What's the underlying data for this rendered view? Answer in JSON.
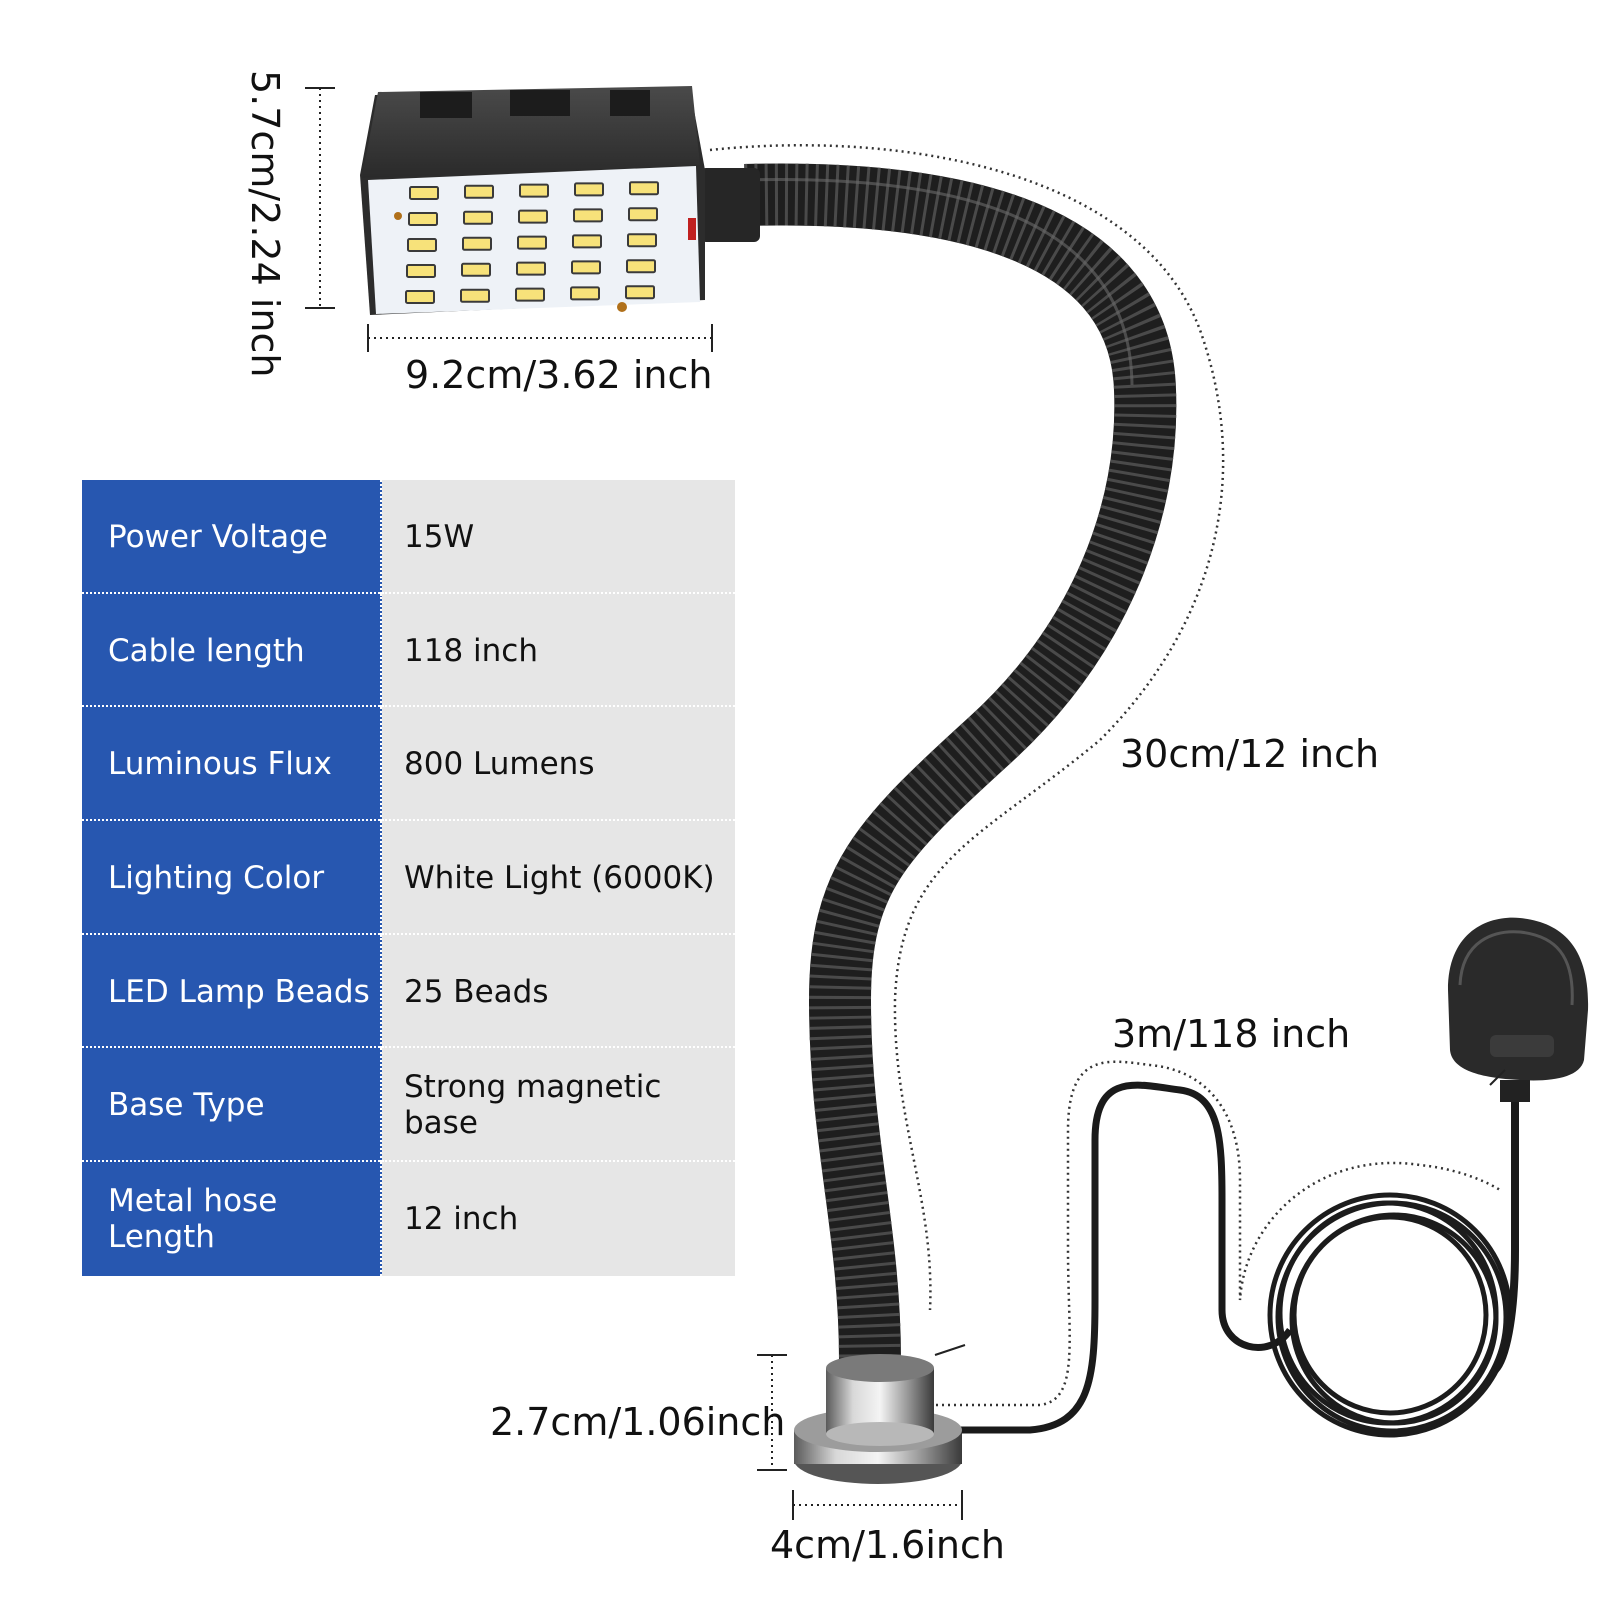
{
  "dimensions": {
    "head_height": "5.7cm/2.24 inch",
    "head_width": "9.2cm/3.62 inch",
    "hose_length": "30cm/12 inch",
    "cable_length": "3m/118 inch",
    "base_height": "2.7cm/1.06inch",
    "base_width": "4cm/1.6inch"
  },
  "specs": [
    {
      "label": "Power Voltage",
      "value": "15W"
    },
    {
      "label": "Cable length",
      "value": "118 inch"
    },
    {
      "label": "Luminous Flux",
      "value": "800 Lumens"
    },
    {
      "label": "Lighting Color",
      "value": "White Light (6000K)"
    },
    {
      "label": "LED Lamp Beads",
      "value": "25 Beads"
    },
    {
      "label": "Base Type",
      "value": "Strong magnetic base"
    },
    {
      "label": "Metal hose Length",
      "value": "12 inch"
    }
  ],
  "colors": {
    "label_background": "#2757b0",
    "value_background": "#e6e6e6"
  },
  "product_parts": [
    "lamp-head",
    "led-panel",
    "gooseneck-hose",
    "magnetic-base",
    "power-cable",
    "plug"
  ]
}
